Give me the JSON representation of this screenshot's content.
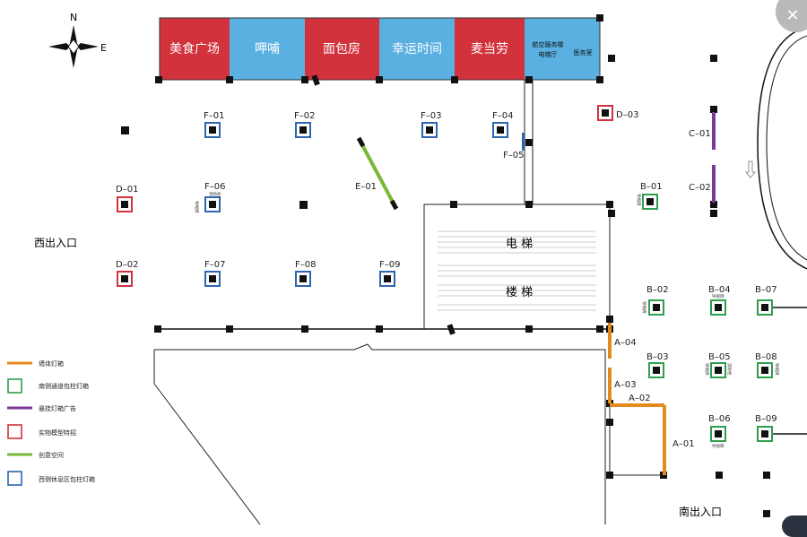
{
  "compass": {
    "north": "N",
    "east": "E"
  },
  "shops": [
    {
      "label": "美食广场",
      "color": "#d2323c"
    },
    {
      "label": "呷哺",
      "color": "#5ab0e0"
    },
    {
      "label": "面包房",
      "color": "#d2323c"
    },
    {
      "label": "幸运时间",
      "color": "#5ab0e0"
    },
    {
      "label": "麦当劳",
      "color": "#d2323c"
    },
    {
      "label": "航空服务楼",
      "line2": "电梯厅",
      "extra": "医务室",
      "color": "#5ab0e0"
    }
  ],
  "labels": {
    "west_entrance": "西出入口",
    "south_entrance": "南出入口",
    "elevator": "电 梯",
    "stairs": "楼 梯"
  },
  "markers": {
    "F01": "F–01",
    "F02": "F–02",
    "F03": "F–03",
    "F04": "F–04",
    "F05": "F–05",
    "F06": "F–06",
    "F07": "F–07",
    "F08": "F–08",
    "F09": "F–09",
    "D01": "D–01",
    "D02": "D–02",
    "D03": "D–03",
    "E01": "E–01",
    "C01": "C–01",
    "C02": "C–02",
    "B01": "B–01",
    "B02": "B–02",
    "B03": "B–03",
    "B04": "B–04",
    "B05": "B–05",
    "B06": "B–06",
    "B07": "B–07",
    "B08": "B–08",
    "B09": "B–09",
    "A01": "A–01",
    "A02": "A–02",
    "A03": "A–03",
    "A04": "A–04"
  },
  "small_notes": {
    "guide": "导视牌",
    "fire": "消防栓",
    "guide_v": "导视牌",
    "fire_v": "消防栓"
  },
  "legend": [
    {
      "label": "墙体灯箱",
      "color": "#e38a1e",
      "kind": "line"
    },
    {
      "label": "南侧通道包柱灯箱",
      "color": "#2e9e4f",
      "kind": "box"
    },
    {
      "label": "悬挂灯箱广告",
      "color": "#7b3a98",
      "kind": "line"
    },
    {
      "label": "实物模型特招",
      "color": "#d2323c",
      "kind": "box"
    },
    {
      "label": "创意空间",
      "color": "#7ab838",
      "kind": "line"
    },
    {
      "label": "西侧休息区包柱灯箱",
      "color": "#2f64b0",
      "kind": "box"
    }
  ],
  "colors": {
    "blue_box": "#2f64b0",
    "red_box": "#d2323c",
    "green_box": "#2e9e4f",
    "orange": "#e38a1e",
    "purple": "#7b3a98",
    "lime": "#7ab838",
    "col": "#111111"
  },
  "close_glyph": "✕"
}
